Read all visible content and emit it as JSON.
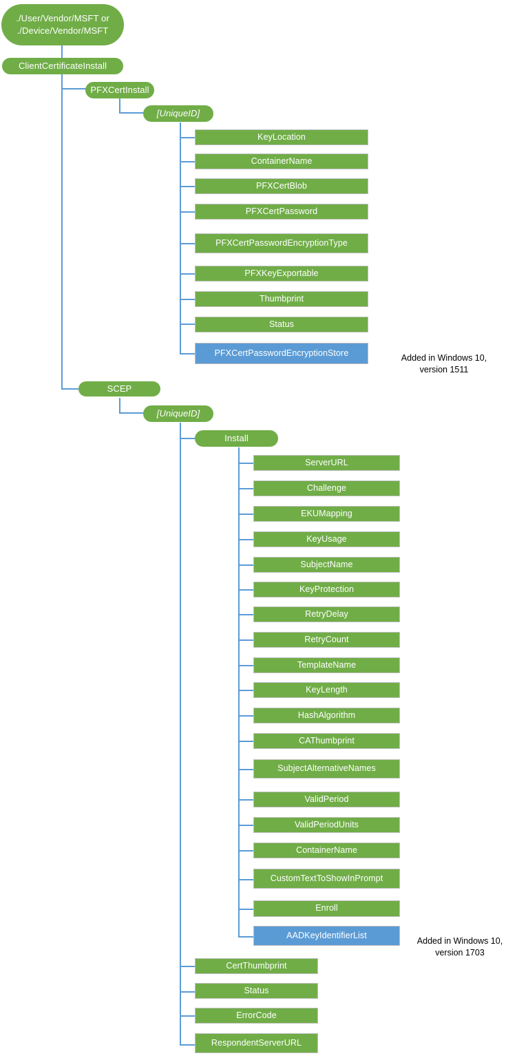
{
  "diagram": {
    "title": "ClientCertificateInstall CSP tree",
    "colors": {
      "node_green": "#70AD47",
      "node_blue": "#5B9BD5",
      "connector": "#5B9BD5",
      "box_border": "#bfbfbf",
      "text_on_node": "#ffffff",
      "annotation_text": "#000000",
      "background": "#ffffff"
    },
    "root": {
      "label": "./User/Vendor/MSFT or\n./Device/Vendor/MSFT"
    },
    "nodes": {
      "client_certificate_install": {
        "label": "ClientCertificateInstall"
      },
      "pfx_cert_install": {
        "label": "PFXCertInstall"
      },
      "pfx_unique_id": {
        "label": "[UniqueID]"
      },
      "scep": {
        "label": "SCEP"
      },
      "scep_unique_id": {
        "label": "[UniqueID]"
      },
      "scep_install": {
        "label": "Install"
      }
    },
    "pfx_leaves": [
      {
        "label": "KeyLocation",
        "color": "green"
      },
      {
        "label": "ContainerName",
        "color": "green"
      },
      {
        "label": "PFXCertBlob",
        "color": "green"
      },
      {
        "label": "PFXCertPassword",
        "color": "green"
      },
      {
        "label": "PFXCertPasswordEncryptionType",
        "color": "green"
      },
      {
        "label": "PFXKeyExportable",
        "color": "green"
      },
      {
        "label": "Thumbprint",
        "color": "green"
      },
      {
        "label": "Status",
        "color": "green"
      },
      {
        "label": "PFXCertPasswordEncryptionStore",
        "color": "blue"
      }
    ],
    "scep_install_leaves": [
      {
        "label": "ServerURL",
        "color": "green"
      },
      {
        "label": "Challenge",
        "color": "green"
      },
      {
        "label": "EKUMapping",
        "color": "green"
      },
      {
        "label": "KeyUsage",
        "color": "green"
      },
      {
        "label": "SubjectName",
        "color": "green"
      },
      {
        "label": "KeyProtection",
        "color": "green"
      },
      {
        "label": "RetryDelay",
        "color": "green"
      },
      {
        "label": "RetryCount",
        "color": "green"
      },
      {
        "label": "TemplateName",
        "color": "green"
      },
      {
        "label": "KeyLength",
        "color": "green"
      },
      {
        "label": "HashAlgorithm",
        "color": "green"
      },
      {
        "label": "CAThumbprint",
        "color": "green"
      },
      {
        "label": "SubjectAlternativeNames",
        "color": "green"
      },
      {
        "label": "ValidPeriod",
        "color": "green"
      },
      {
        "label": "ValidPeriodUnits",
        "color": "green"
      },
      {
        "label": "ContainerName",
        "color": "green"
      },
      {
        "label": "CustomTextToShowInPrompt",
        "color": "green"
      },
      {
        "label": "Enroll",
        "color": "green"
      },
      {
        "label": "AADKeyIdentifierList",
        "color": "blue"
      }
    ],
    "scep_unique_id_leaves": [
      {
        "label": "CertThumbprint",
        "color": "green"
      },
      {
        "label": "Status",
        "color": "green"
      },
      {
        "label": "ErrorCode",
        "color": "green"
      },
      {
        "label": "RespondentServerURL",
        "color": "green"
      }
    ],
    "annotations": [
      {
        "text": "Added in Windows 10,\nversion 1511"
      },
      {
        "text": "Added in Windows 10,\nversion 1703"
      }
    ]
  }
}
